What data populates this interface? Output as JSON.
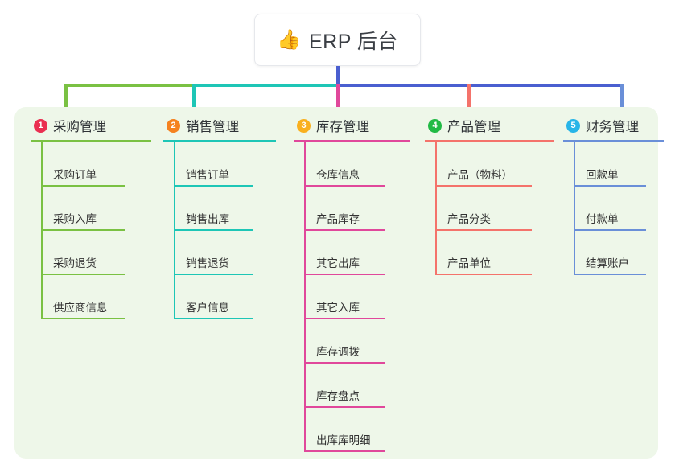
{
  "root": {
    "emoji": "👍",
    "emoji_name": "thumbs-up-icon",
    "title": "ERP 后台"
  },
  "colors": {
    "panel_bg": "#eef7e9",
    "stem": "#4a5fd0",
    "bus_green": "#7ac143",
    "bus_teal": "#1ec6b6",
    "bus_blue": "#4a5fd0",
    "branch_1": "#7ac143",
    "branch_2": "#1ec6b6",
    "branch_3": "#e0489b",
    "branch_4": "#f4736b",
    "branch_5": "#6a8fd8",
    "badge_1": "#ea2f51",
    "badge_2": "#f5821f",
    "badge_3": "#f9b01e",
    "badge_4": "#21ba45",
    "badge_5": "#28b5e8"
  },
  "branches": [
    {
      "number": "1",
      "title": "采购管理",
      "badge_color": "#ea2f51",
      "line_color": "#7ac143",
      "items": [
        {
          "label": "采购订单"
        },
        {
          "label": "采购入库"
        },
        {
          "label": "采购退货"
        },
        {
          "label": "供应商信息"
        }
      ]
    },
    {
      "number": "2",
      "title": "销售管理",
      "badge_color": "#f5821f",
      "line_color": "#1ec6b6",
      "items": [
        {
          "label": "销售订单"
        },
        {
          "label": "销售出库"
        },
        {
          "label": "销售退货"
        },
        {
          "label": "客户信息"
        }
      ]
    },
    {
      "number": "3",
      "title": "库存管理",
      "badge_color": "#f9b01e",
      "line_color": "#e0489b",
      "items": [
        {
          "label": "仓库信息"
        },
        {
          "label": "产品库存"
        },
        {
          "label": "其它出库"
        },
        {
          "label": "其它入库"
        },
        {
          "label": "库存调拨"
        },
        {
          "label": "库存盘点"
        },
        {
          "label": "出库库明细"
        }
      ]
    },
    {
      "number": "4",
      "title": "产品管理",
      "badge_color": "#21ba45",
      "line_color": "#f4736b",
      "items": [
        {
          "label": "产品（物料）"
        },
        {
          "label": "产品分类"
        },
        {
          "label": "产品单位"
        }
      ]
    },
    {
      "number": "5",
      "title": "财务管理",
      "badge_color": "#28b5e8",
      "line_color": "#6a8fd8",
      "items": [
        {
          "label": "回款单"
        },
        {
          "label": "付款单"
        },
        {
          "label": "结算账户"
        }
      ]
    }
  ]
}
